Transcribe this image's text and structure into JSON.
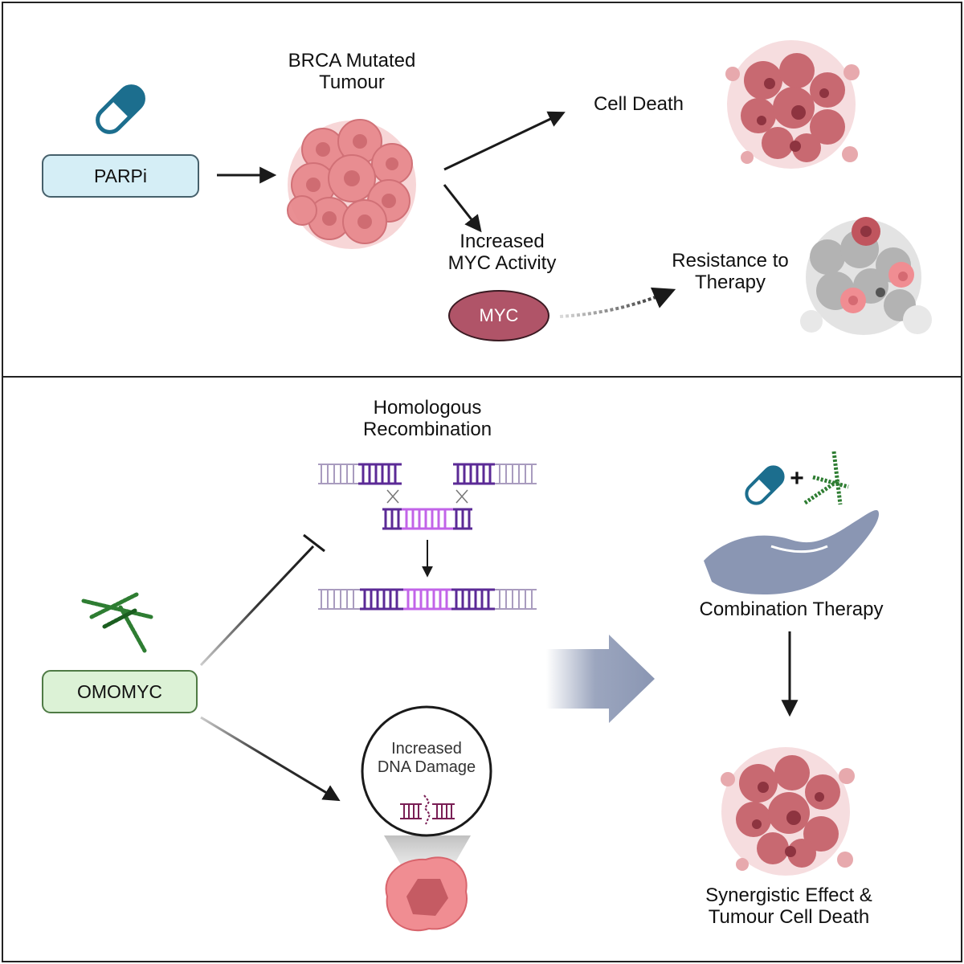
{
  "top_panel": {
    "drug_label": "PARPi",
    "tumour_label": [
      "BRCA Mutated",
      "Tumour"
    ],
    "cell_death_label": "Cell Death",
    "myc_activity_label": [
      "Increased",
      "MYC Activity"
    ],
    "myc_node_label": "MYC",
    "resistance_label": [
      "Resistance to",
      "Therapy"
    ]
  },
  "bottom_panel": {
    "drug_label": "OMOMYC",
    "hr_label": [
      "Homologous",
      "Recombination"
    ],
    "dna_damage_label": [
      "Increased",
      "DNA Damage"
    ],
    "combination_label": "Combination Therapy",
    "plus_sign": "+",
    "outcome_label": [
      "Synergistic Effect &",
      "Tumour Cell Death"
    ]
  },
  "colors": {
    "pill_blue": "#1c6e8e",
    "tumour_pink": "#e88a8e",
    "dead_cell_red": "#c0555e",
    "myc_red": "#b05468",
    "dna_light": "#a99cbf",
    "dna_dark": "#5b2a96",
    "dna_magenta": "#c264e8",
    "hand_slate": "#8a96b3",
    "protein_green": "#2e7d32"
  }
}
